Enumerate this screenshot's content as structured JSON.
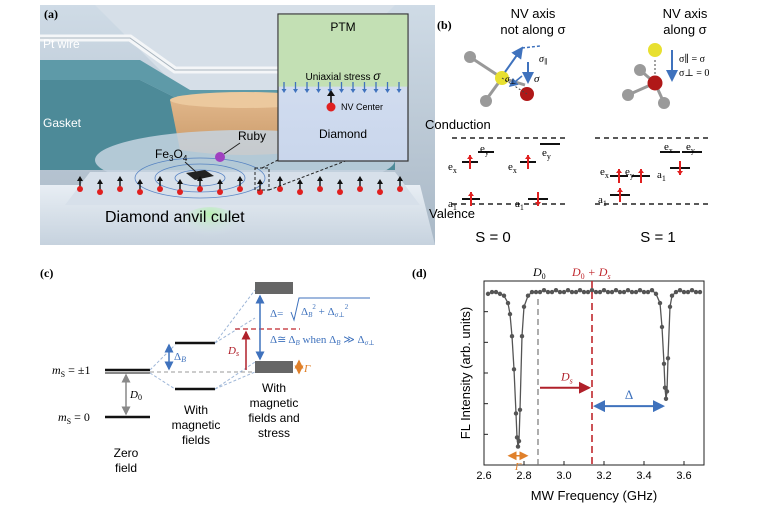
{
  "panel_a": {
    "label": "(a)",
    "pt_wire": "Pt wire",
    "gasket": "Gasket",
    "ruby": "Ruby",
    "fe3o4": "Fe",
    "fe3o4_sub1": "3",
    "fe3o4_mid": "O",
    "fe3o4_sub2": "4",
    "culet": "Diamond anvil culet",
    "inset_ptm": "PTM",
    "inset_stress": "Uniaxial stress ",
    "inset_sigma": "σ",
    "inset_nv": "NV Center",
    "inset_diamond": "Diamond"
  },
  "panel_b": {
    "label": "(b)",
    "left_title_1": "NV axis",
    "left_title_2": "not along σ",
    "right_title_1": "NV axis",
    "right_title_2": "along σ",
    "sigma_par": "σ",
    "sigma_par_sub": "∥",
    "sigma_perp": "σ",
    "sigma_perp_sub": "⊥",
    "sigma": "σ",
    "right_eq1": "σ∥ = σ",
    "right_eq2": "σ⊥ = 0",
    "conduction": "Conduction",
    "valence": "Valence",
    "ex": "e",
    "ex_sub": "x",
    "ey_sub": "y",
    "a1": "a",
    "a1_sub": "1",
    "s0": "S = 0",
    "s1": "S = 1"
  },
  "panel_c": {
    "label": "(c)",
    "ms_pm1": "m",
    "ms_sub": "S",
    "ms_pm1_val": " = ±1",
    "ms_0_val": " = 0",
    "d0": "D",
    "d0_sub": "0",
    "delta_b": "Δ",
    "delta_b_sub": "B",
    "ds": "D",
    "ds_sub": "s",
    "gamma": "Γ",
    "delta_eq": "Δ= ",
    "delta_approx": "Δ≅ Δ",
    "delta_when": " when Δ",
    "delta_gg": " ≫ Δ",
    "zero_field_1": "Zero",
    "zero_field_2": "field",
    "with_mag_1": "With",
    "with_mag_2": "magnetic",
    "with_mag_3": "fields",
    "with_stress_1": "With",
    "with_stress_2": "magnetic",
    "with_stress_3": "fields and",
    "with_stress_4": "stress"
  },
  "panel_d": {
    "label": "(d)",
    "d0": "D",
    "d0_sub": "0",
    "d0ds": "D",
    "d0ds_mid": " + D",
    "d0ds_sub": "s",
    "ds": "D",
    "ds_sub": "s",
    "delta": "Δ",
    "gamma": "Γ"
  },
  "chart_data": {
    "type": "scatter",
    "title": "",
    "xlabel": "MW Frequency (GHz)",
    "ylabel": "FL Intensity (arb. units)",
    "xlim": [
      2.6,
      3.7
    ],
    "ylim": [
      0.0,
      1.0
    ],
    "xticks": [
      "2.6",
      "2.8",
      "3.0",
      "3.2",
      "3.4",
      "3.6"
    ],
    "x": [
      2.62,
      2.64,
      2.66,
      2.68,
      2.7,
      2.72,
      2.73,
      2.74,
      2.75,
      2.76,
      2.765,
      2.77,
      2.775,
      2.78,
      2.79,
      2.8,
      2.82,
      2.84,
      2.86,
      2.88,
      2.9,
      2.92,
      2.94,
      2.96,
      2.98,
      3.0,
      3.02,
      3.04,
      3.06,
      3.08,
      3.1,
      3.12,
      3.14,
      3.16,
      3.18,
      3.2,
      3.22,
      3.24,
      3.26,
      3.28,
      3.3,
      3.32,
      3.34,
      3.36,
      3.38,
      3.4,
      3.42,
      3.44,
      3.46,
      3.48,
      3.49,
      3.5,
      3.505,
      3.51,
      3.515,
      3.52,
      3.53,
      3.54,
      3.56,
      3.58,
      3.6,
      3.62,
      3.64,
      3.66,
      3.68
    ],
    "y": [
      0.93,
      0.94,
      0.94,
      0.93,
      0.92,
      0.88,
      0.82,
      0.7,
      0.52,
      0.28,
      0.15,
      0.1,
      0.13,
      0.3,
      0.7,
      0.86,
      0.92,
      0.94,
      0.94,
      0.94,
      0.95,
      0.94,
      0.94,
      0.95,
      0.94,
      0.94,
      0.95,
      0.94,
      0.94,
      0.95,
      0.94,
      0.94,
      0.95,
      0.94,
      0.94,
      0.95,
      0.94,
      0.94,
      0.95,
      0.94,
      0.94,
      0.95,
      0.94,
      0.94,
      0.95,
      0.94,
      0.94,
      0.95,
      0.93,
      0.88,
      0.75,
      0.55,
      0.42,
      0.36,
      0.4,
      0.58,
      0.86,
      0.92,
      0.94,
      0.95,
      0.94,
      0.94,
      0.95,
      0.94,
      0.94
    ],
    "markers": {
      "d0_x": 2.87,
      "d0ds_x": 3.14,
      "dip1_x": 2.77,
      "dip2_x": 3.51
    },
    "colors": {
      "points": "#555555",
      "d0_line": "#777777",
      "ds_line": "#c0272d",
      "ds_arrow": "#b0202a",
      "delta_arrow": "#3f72bd",
      "gamma": "#e0802a"
    }
  }
}
